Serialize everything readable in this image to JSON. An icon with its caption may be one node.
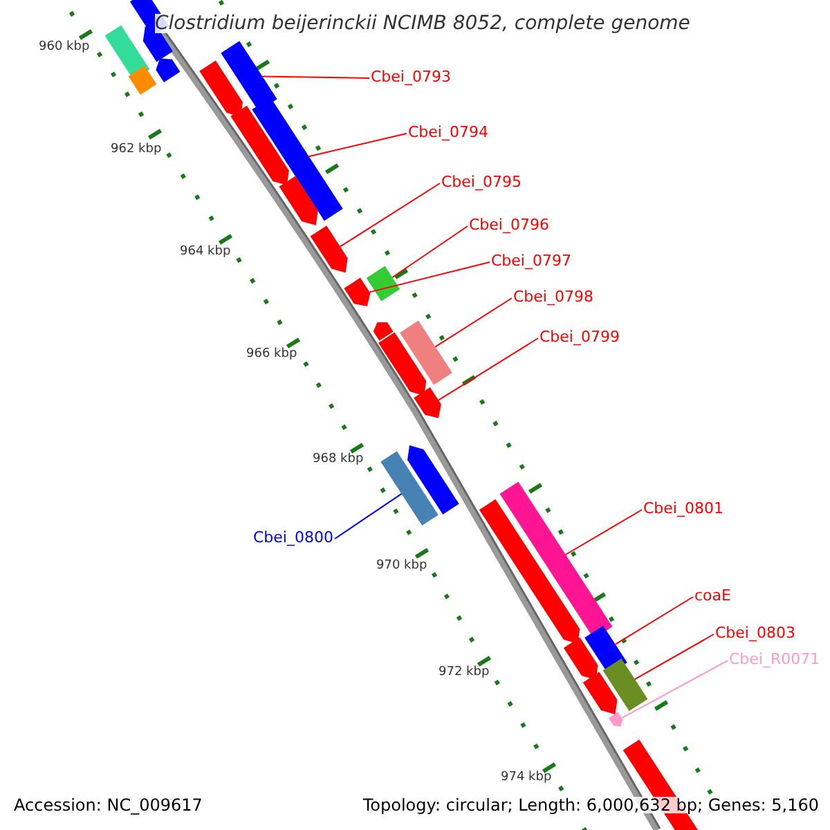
{
  "diagram": {
    "title": "Clostridium beijerinckii NCIMB 8052, complete genome",
    "nodes": [
      {
        "text": [
          "Cbei_0793"
        ]
      },
      {
        "text": [
          "Cbei_0794"
        ]
      },
      {
        "text": [
          "Cbei_0795"
        ]
      },
      {
        "text": [
          "Cbei_0796"
        ]
      },
      {
        "text": [
          "Cbei_0797"
        ]
      },
      {
        "text": [
          "Cbei_0798"
        ]
      },
      {
        "text": [
          "Cbei_0799"
        ]
      },
      {
        "text": [
          "Cbei_0800"
        ]
      },
      {
        "text": [
          "Cbei_0801"
        ]
      },
      {
        "text": [
          "coaE"
        ]
      },
      {
        "text": [
          "Cbei_0803"
        ]
      },
      {
        "text": [
          "Cbei_R0071"
        ]
      },
      {
        "text": [],
        "shape": "box"
      },
      {
        "text": [],
        "shape": "box"
      },
      {
        "text": [],
        "shape": "box"
      },
      {
        "text": [],
        "shape": "box"
      },
      {
        "text": [],
        "shape": "box"
      },
      {
        "text": [],
        "shape": "box"
      },
      {
        "text": [],
        "shape": "box"
      },
      {
        "text": [],
        "shape": "box"
      },
      {
        "text": [],
        "shape": "box"
      },
      {
        "text": [],
        "shape": "box"
      },
      {
        "text": [],
        "shape": "box"
      },
      {
        "text": [],
        "shape": "box"
      },
      {
        "text": [],
        "shape": "box"
      },
      {
        "text": [],
        "shape": "box"
      },
      {
        "text": [],
        "shape": "box"
      },
      {
        "text": [],
        "shape": "box"
      },
      {
        "text": [],
        "shape": "box"
      },
      {
        "text": [],
        "shape": "box"
      },
      {
        "text": [],
        "shape": "box"
      },
      {
        "text": [],
        "shape": "box"
      },
      {
        "text": [],
        "shape": "box"
      },
      {
        "text": [],
        "shape": "box"
      },
      {
        "text": [],
        "shape": "box"
      },
      {
        "text": [],
        "shape": "box"
      },
      {
        "text": [],
        "shape": "box"
      },
      {
        "text": [],
        "shape": "box"
      },
      {
        "text": [],
        "shape": "box"
      }
    ],
    "edges": [
      {
        "from": 0,
        "to": 12,
        "arrow": "none"
      },
      {
        "from": 1,
        "to": 13,
        "arrow": "none"
      },
      {
        "from": 2,
        "to": 14,
        "arrow": "none"
      },
      {
        "from": 3,
        "to": 15,
        "arrow": "none"
      },
      {
        "from": 4,
        "to": 16,
        "arrow": "none"
      },
      {
        "from": 5,
        "to": 17,
        "arrow": "none"
      },
      {
        "from": 6,
        "to": 18,
        "arrow": "none"
      },
      {
        "from": 7,
        "to": 19,
        "arrow": "none",
        "color": "#0000ff"
      },
      {
        "from": 8,
        "to": 20,
        "arrow": "none"
      },
      {
        "from": 9,
        "to": 21,
        "arrow": "none"
      },
      {
        "from": 10,
        "to": 22,
        "arrow": "none"
      },
      {
        "from": 11,
        "to": 23,
        "arrow": "none",
        "color": "#ff99cc"
      }
    ],
    "labels": [
      "960 kbp",
      "962 kbp",
      "964 kbp",
      "966 kbp",
      "968 kbp",
      "970 kbp",
      "972 kbp",
      "974 kbp",
      "Accession: NC_009617",
      "Topology: circular; Length: 6,000,632 bp; Genes: 5,160"
    ]
  }
}
